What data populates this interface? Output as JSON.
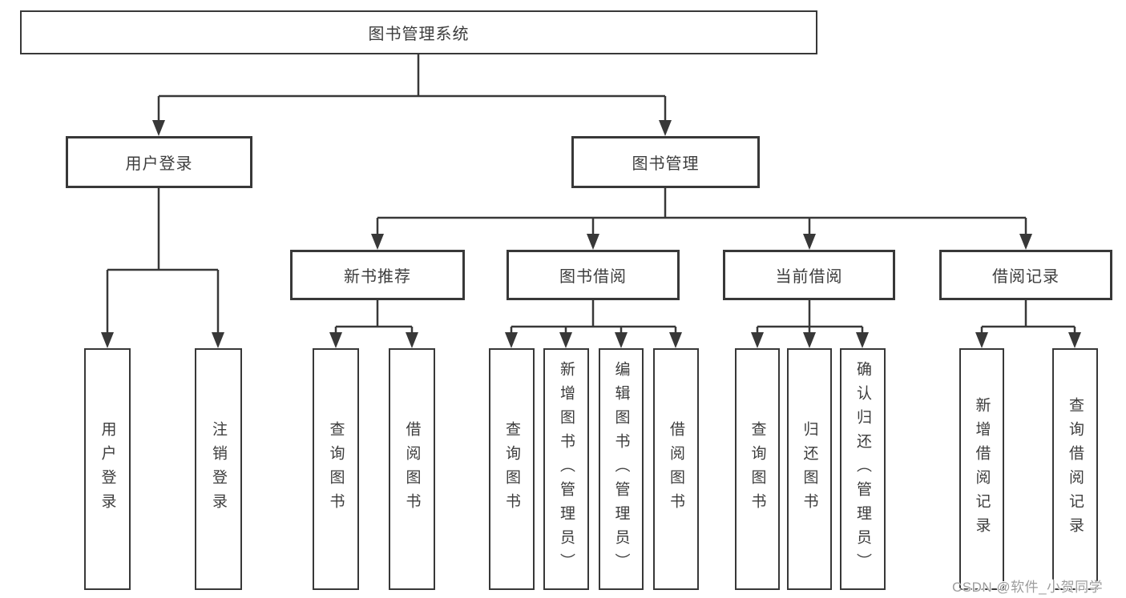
{
  "palette": {
    "line_color": "#383838",
    "text_color": "#3d3d3d",
    "watermark_color": "#9d9d9d",
    "background": "#ffffff"
  },
  "tree": {
    "root_label": "图书管理系统",
    "level2": [
      "用户登录",
      "图书管理"
    ],
    "level3": [
      "新书推荐",
      "图书借阅",
      "当前借阅",
      "借阅记录"
    ],
    "leaves_user_login": [
      "用户登录",
      "注销登录"
    ],
    "leaves_new_books": [
      "查询图书",
      "借阅图书"
    ],
    "leaves_book_borrow": [
      "查询图书",
      "新增图书（管理员）",
      "编辑图书（管理员）",
      "借阅图书"
    ],
    "leaves_current_borrow": [
      "查询图书",
      "归还图书",
      "确认归还（管理员）"
    ],
    "leaves_borrow_records": [
      "新增借阅记录",
      "查询借阅记录"
    ]
  },
  "watermark": "CSDN @软件_小贺同学"
}
